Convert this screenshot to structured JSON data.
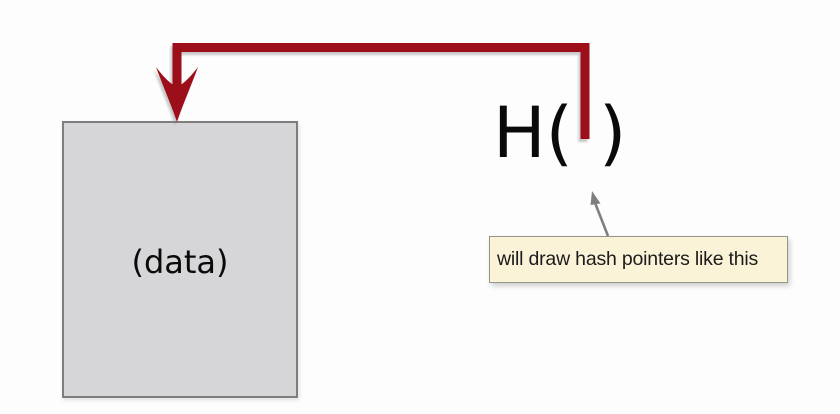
{
  "slide": {
    "background_color": "#fdfdfd"
  },
  "colors": {
    "hash_pointer_red": "#9c0f1a",
    "data_box_fill": "#d6d5d7",
    "data_box_border": "#7e7e7e",
    "tooltip_fill": "#fbf3d8",
    "tooltip_border": "#96958b",
    "annotation_gray": "#7f7f7f",
    "text_black": "#0a0a0a"
  },
  "diagram": {
    "data_block": {
      "label": "(data)"
    },
    "hash_function": {
      "label_open": "H(",
      "label_close": ")",
      "full_label": "H( )"
    }
  },
  "tooltip": {
    "text": "will draw hash pointers like this"
  }
}
